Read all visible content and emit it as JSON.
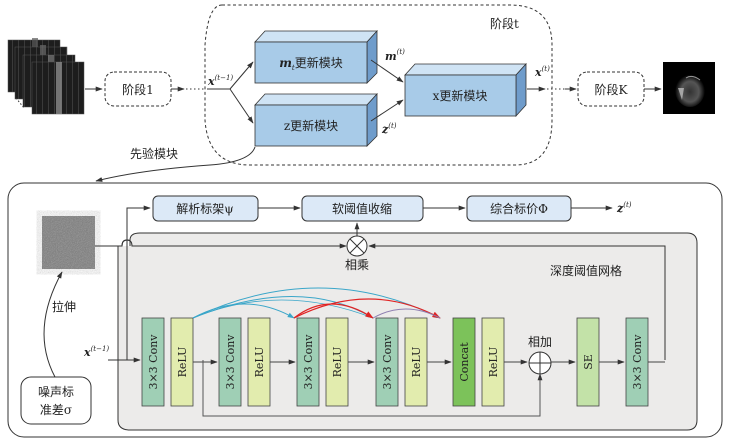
{
  "top": {
    "stage1": "阶段1",
    "stage_t_title": "阶段t",
    "stage_k": "阶段K",
    "m_block": "m",
    "m_block_sub": "t",
    "m_block_rest": "更新模块",
    "z_block": "z更新模块",
    "x_block": "x更新模块",
    "x_prev": "x",
    "x_prev_sup": "(t−1)",
    "m_out": "m",
    "m_out_sup": "(t)",
    "m_out_sub": "t",
    "z_out": "z",
    "z_out_sup": "(t)",
    "x_out": "x",
    "x_out_sup": "(t)",
    "prior_label": "先验模块"
  },
  "prior": {
    "analysis": "解析标架ψ",
    "soft_threshold": "软阈值收缩",
    "synthesis": "综合标价Φ",
    "z_out": "z",
    "z_out_sup": "(t)",
    "multiply_label": "相乘",
    "network_title": "深度阈值网格",
    "stretch_label": "拉伸",
    "noise_label_line1": "噪声标",
    "noise_label_line2": "准差σ",
    "x_in": "x",
    "x_in_sup": "(t−1)",
    "add_label": "相加",
    "layers": [
      {
        "label": "3×3 Conv",
        "type": "conv"
      },
      {
        "label": "ReLU",
        "type": "relu"
      },
      {
        "label": "3×3 Conv",
        "type": "conv"
      },
      {
        "label": "ReLU",
        "type": "relu"
      },
      {
        "label": "3×3 Conv",
        "type": "conv"
      },
      {
        "label": "ReLU",
        "type": "relu"
      },
      {
        "label": "3×3 Conv",
        "type": "conv"
      },
      {
        "label": "ReLU",
        "type": "relu"
      },
      {
        "label": "Concat",
        "type": "concat"
      },
      {
        "label": "ReLU",
        "type": "relu"
      },
      {
        "label": "SE",
        "type": "se"
      },
      {
        "label": "3×3 Conv",
        "type": "conv"
      }
    ]
  },
  "colors": {
    "block_front": "#a8cbe8",
    "block_top": "#cfe3f4",
    "block_side": "#6f9ccb",
    "rounded_box": "#dce9f7",
    "conv": "#9fcfb5",
    "relu": "#e2ecae",
    "concat": "#7cc25a",
    "se": "#c3e2a8",
    "panel": "#ecebea",
    "skip_blue": "#3aa6c9",
    "skip_red": "#e02424",
    "skip_purple": "#8e7fb0"
  }
}
